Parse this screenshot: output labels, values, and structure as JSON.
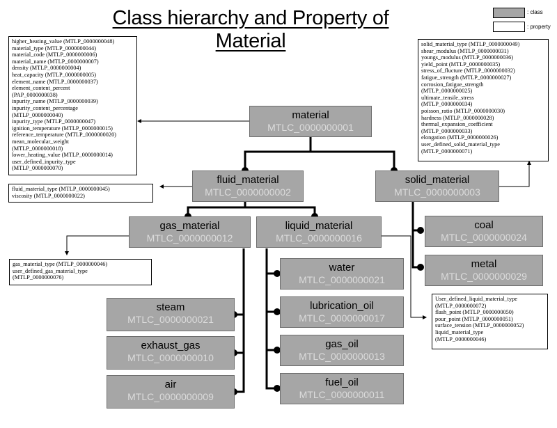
{
  "title": "Class hierarchy and Property of  Material",
  "legend": {
    "class_label": ": class",
    "property_label": ": property",
    "class_color": "#a6a6a6",
    "property_color": "#ffffff"
  },
  "classes": {
    "material": {
      "name": "material",
      "id": "MTLC_0000000001"
    },
    "fluid_material": {
      "name": "fluid_material",
      "id": "MTLC_0000000002"
    },
    "solid_material": {
      "name": "solid_material",
      "id": "MTLC_0000000003"
    },
    "gas_material": {
      "name": "gas_material",
      "id": "MTLC_0000000012"
    },
    "liquid_material": {
      "name": "liquid_material",
      "id": "MTLC_0000000016"
    },
    "coal": {
      "name": "coal",
      "id": "MTLC_0000000024"
    },
    "metal": {
      "name": "metal",
      "id": "MTLC_0000000029"
    },
    "water": {
      "name": "water",
      "id": "MTLC_0000000021"
    },
    "lubrication_oil": {
      "name": "lubrication_oil",
      "id": "MTLC_0000000017"
    },
    "gas_oil": {
      "name": "gas_oil",
      "id": "MTLC_0000000013"
    },
    "fuel_oil": {
      "name": "fuel_oil",
      "id": "MTLC_0000000011"
    },
    "steam": {
      "name": "steam",
      "id": "MTLC_0000000021"
    },
    "exhaust_gas": {
      "name": "exhaust_gas",
      "id": "MTLC_0000000010"
    },
    "air": {
      "name": "air",
      "id": "MTLC_0000000009"
    }
  },
  "properties": {
    "material": [
      "higher_heating_value (MTLP_0000000048)",
      "material_type (MTLP_0000000044)",
      "material_code (MTLP_0000000006)",
      "material_name (MTLP_0000000007)",
      "density (MTLP_0000000004)",
      "heat_capacity (MTLP_0000000005)",
      "element_name (MTLP_0000000037)",
      "element_content_percent",
      "(PAP_0000000038)",
      "inpurity_name (MTLP_0000000039)",
      "inpurity_content_percentage",
      "(MTLP_0000000040)",
      "inpurity_type (MTLP_0000000047)",
      "ignition_temperature (MTLP_0000000015)",
      "reference_temperature (MTLP_0000000020)",
      "mean_molecular_weight",
      "(MTLP_0000000018)",
      "lower_heating_value (MTLP_0000000014)",
      "user_defined_inpurity_type",
      "(MTLP_0000000070)"
    ],
    "fluid_material": [
      "fluid_material_type (MTLP_0000000045)",
      "viscosity (MTLP_0000000022)"
    ],
    "gas_material": [
      "gas_material_type (MTLP_0000000046)",
      "user_defined_gas_material_type",
      "(MTLP_0000000076)"
    ],
    "solid_material": [
      "solid_material_type (MTLP_0000000049)",
      "shear_modulus (MTLP_0000000031)",
      "youngs_modulus (MTLP_0000000036)",
      "yield_point (MTLP_0000000035)",
      "stress_of_flucture (MTLP_0000000032)",
      "fatigue_strength (MTLP_0000000027)",
      "corrosion_fatigue_strength",
      "(MTLP_0000000025)",
      "ultimate_tensile_stress",
      "(MTLP_0000000034)",
      "poisson_ratio (MTLP_0000000030)",
      "hardness (MTLP_0000000028)",
      "thermal_expansion_coefficient",
      "(MTLP_0000000033)",
      "elongation (MTLP_0000000026)",
      "user_defined_solid_material_type",
      "(MTLP_0000000071)"
    ],
    "liquid_material": [
      "User_defined_liquid_material_type",
      "(MTLP_0000000072)",
      "flash_point (MTLP_0000000050)",
      "pour_point (MTLP_0000000051)",
      "surface_tension (MTLP_0000000052)",
      "liquid_material_type",
      "(MTLP_0000000046)"
    ]
  }
}
